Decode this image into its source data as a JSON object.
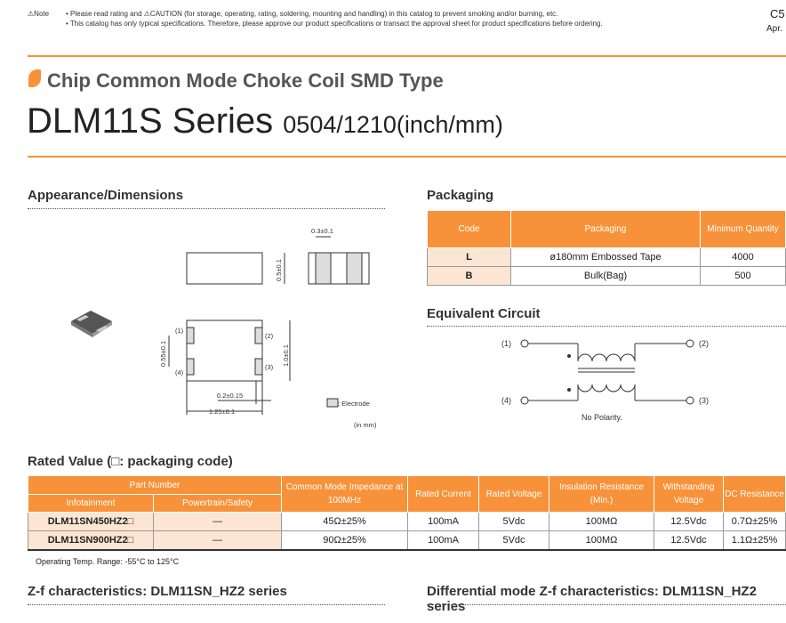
{
  "header": {
    "note_label": "⚠Note",
    "note_1": "• Please read rating and ⚠CAUTION (for storage, operating, rating, soldering, mounting and handling) in this catalog to prevent smoking and/or burning, etc.",
    "note_2": "• This catalog has only typical specifications. Therefore, please approve our product specifications or transact the approval sheet for product specifications before ordering.",
    "page_code": "C5",
    "date": "Apr."
  },
  "category": "Chip Common Mode Choke Coil SMD Type",
  "series": "DLM11S Series",
  "size": "0504/1210(inch/mm)",
  "appearance": {
    "title": "Appearance/Dimensions",
    "dims": {
      "d1": "0.3±0.1",
      "d2": "0.5±0.1",
      "d3": "0.55±0.1",
      "d4": "1.0±0.1",
      "d5": "0.2±0.15",
      "d6": "1.25±0.1",
      "p1": "(1)",
      "p2": "(2)",
      "p3": "(3)",
      "p4": "(4)"
    },
    "legend": ": Electrode",
    "unit": "(in mm)"
  },
  "packaging": {
    "title": "Packaging",
    "headers": [
      "Code",
      "Packaging",
      "Minimum Quantity"
    ],
    "rows": [
      [
        "L",
        "ø180mm Embossed Tape",
        "4000"
      ],
      [
        "B",
        "Bulk(Bag)",
        "500"
      ]
    ]
  },
  "circuit": {
    "title": "Equivalent Circuit",
    "p1": "(1)",
    "p2": "(2)",
    "p3": "(3)",
    "p4": "(4)",
    "caption": "No Polarity."
  },
  "rated": {
    "title": "Rated Value (□: packaging code)",
    "headers": {
      "part_number": "Part Number",
      "infotainment": "Infotainment",
      "powertrain": "Powertrain/Safety",
      "impedance": "Common Mode Impedance at 100MHz",
      "current": "Rated Current",
      "voltage": "Rated Voltage",
      "insulation": "Insulation Resistance (Min.)",
      "withstanding": "Withstanding Voltage",
      "dc": "DC Resistance"
    },
    "rows": [
      [
        "DLM11SN450HZ2□",
        "—",
        "45Ω±25%",
        "100mA",
        "5Vdc",
        "100MΩ",
        "12.5Vdc",
        "0.7Ω±25%"
      ],
      [
        "DLM11SN900HZ2□",
        "—",
        "90Ω±25%",
        "100mA",
        "5Vdc",
        "100MΩ",
        "12.5Vdc",
        "1.1Ω±25%"
      ]
    ],
    "footnote": "Operating Temp. Range: -55°C to 125°C"
  },
  "zf_title": "Z-f characteristics: DLM11SN_HZ2 series",
  "diff_title": "Differential mode Z-f characteristics: DLM11SN_HZ2 series",
  "colors": {
    "accent": "#f7923a",
    "peach": "#fde5d3"
  }
}
